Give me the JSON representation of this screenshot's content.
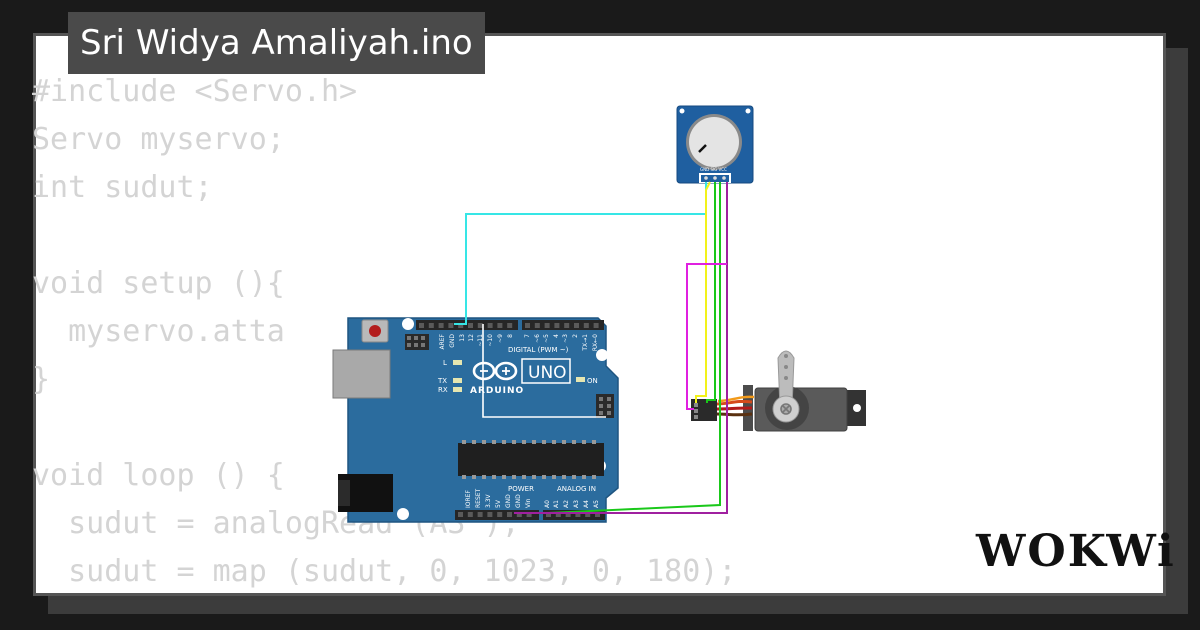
{
  "project": {
    "title": "Sri Widya Amaliyah.ino"
  },
  "code_lines": [
    "#include <Servo.h>",
    "Servo myservo;",
    "int sudut;",
    "",
    "void setup (){",
    "  myservo.atta",
    "}",
    "",
    "void loop () {",
    "  sudut = analogRead (A3 );",
    "  sudut = map (sudut, 0, 1023, 0, 180);"
  ],
  "board": {
    "logo_text": "UNO",
    "brand_text": "ARDUINO",
    "header_label": "DIGITAL (PWM ~)",
    "power_label": "POWER",
    "analog_label": "ANALOG IN",
    "led_l": "L",
    "led_tx": "TX",
    "led_rx": "RX",
    "led_on": "ON",
    "top_pins": [
      "AREF",
      "GND",
      "13",
      "12",
      "~11",
      "~10",
      "~9",
      "8",
      "7",
      "~6",
      "~5",
      "4",
      "~3",
      "2",
      "TX→1",
      "RX←0"
    ],
    "bottom_pins": [
      "IOREF",
      "RESET",
      "3.3V",
      "5V",
      "GND",
      "GND",
      "Vin",
      "A0",
      "A1",
      "A2",
      "A3",
      "A4",
      "A5"
    ]
  },
  "potentiometer": {
    "pin_labels": "GND SIG VCC"
  },
  "branding": {
    "logo": "WOKWi"
  },
  "colors": {
    "board_blue": "#2b6c9e",
    "wire_cyan": "#36e6e6",
    "wire_yellow": "#f2f21a",
    "wire_green": "#1ac81a",
    "wire_purple": "#a020a0",
    "wire_magenta": "#e020e0"
  }
}
